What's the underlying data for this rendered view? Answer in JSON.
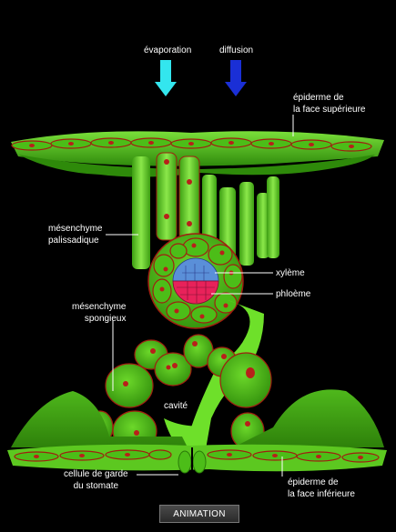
{
  "labels": {
    "evaporation": "évaporation",
    "diffusion": "diffusion",
    "epiderme_sup_1": "épiderme de",
    "epiderme_sup_2": "la face supérieure",
    "palissadique_1": "mésenchyme",
    "palissadique_2": "palissadique",
    "xyleme": "xylème",
    "phloeme": "phloème",
    "spongieux_1": "mésenchyme",
    "spongieux_2": "spongieux",
    "cavite": "cavité",
    "garde_1": "cellule de garde",
    "garde_2": "du stomate",
    "epiderme_inf_1": "épiderme de",
    "epiderme_inf_2": "la face inférieure"
  },
  "button": {
    "label": "ANIMATION"
  },
  "colors": {
    "background": "#000000",
    "evaporation_arrow": "#33e6ee",
    "diffusion_arrow": "#1a2fd6",
    "cell_green": "#5fd21c",
    "cell_outline": "#a01e10",
    "nucleus": "#b8201a",
    "xylem": "#5a8fd8",
    "phloem": "#e8225a"
  }
}
